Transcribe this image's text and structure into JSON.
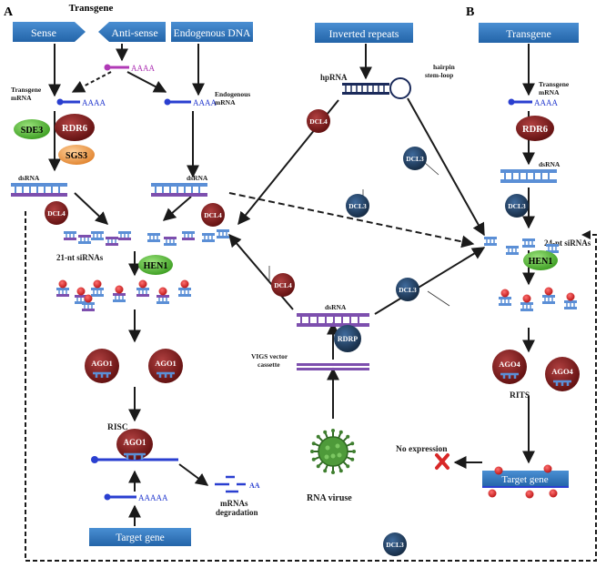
{
  "panels": {
    "a": "A",
    "b": "B"
  },
  "boxes": {
    "sense": "Sense",
    "antisense": "Anti-sense",
    "transgene_title": "Transgene",
    "endogenous_dna": "Endogenous DNA",
    "inverted_repeats": "Inverted repeats",
    "transgene_b": "Transgene",
    "target_gene_a": "Target gene",
    "target_gene_b": "Target gene"
  },
  "rna_labels": {
    "transgene_mrna_a": [
      "Transgene",
      "mRNA"
    ],
    "transgene_mrna_b": [
      "Transgene",
      "mRNA"
    ],
    "endogenous_mrna": [
      "Endogenous",
      "mRNA"
    ],
    "hprna": "hpRNA",
    "hairpin": [
      "hairpin",
      "stem-loop"
    ],
    "dsrna_a1": "dsRNA",
    "dsrna_a2": "dsRNA",
    "dsrna_b": "dsRNA",
    "dsrna_virus": "dsRNA",
    "sirna21": "21-nt siRNAs",
    "sirna24": "24-nt siRNAs",
    "vigs": [
      "VIGS vector",
      "cassette"
    ],
    "risc": "RISC",
    "rits": "RITS",
    "no_expression": "No expression",
    "mrna_degradation": [
      "mRNAs",
      "degradation"
    ],
    "rna_virus": "RNA viruse",
    "polyA": "AAAA",
    "polyA5": "AAAAA",
    "aa": "AA"
  },
  "proteins": {
    "sde3": "SDE3",
    "sgs3": "SGS3",
    "rdr6": "RDR6",
    "dcl4": "DCL4",
    "dcl3": "DCL3",
    "hen1": "HEN1",
    "ago1": "AGO1",
    "ago4": "AGO4",
    "rdrp": "RDRP"
  },
  "colors": {
    "box_blue": "#2f73b8",
    "arrow": "#1a1a1a",
    "rna_blue": "#2a3fd0",
    "sirna_blue": "#5b8fd6",
    "dsrna_purple": "#7d4fae",
    "maroon": "#7b1616",
    "navy": "#1f3a5f",
    "green": "#58c43c",
    "orange": "#f3a24a",
    "red_dot": "#d82727",
    "magenta": "#b03ab6",
    "virus_green": "#3f7f2f"
  }
}
